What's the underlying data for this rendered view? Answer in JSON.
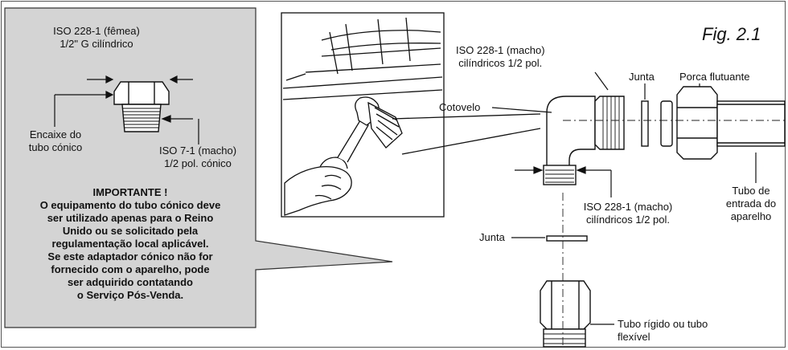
{
  "figure_label": "Fig. 2.1",
  "left_panel": {
    "iso_female_line1": "ISO 228-1 (fêmea)",
    "iso_female_line2": "1/2\" G cilíndrico",
    "tapered_socket_line1": "Encaixe do",
    "tapered_socket_line2": "tubo cónico",
    "iso_7_line1": "ISO 7-1 (macho)",
    "iso_7_line2": "1/2 pol. cónico",
    "important_title": "IMPORTANTE !",
    "important_lines": [
      "O equipamento do tubo cónico deve",
      "ser utilizado apenas para o Reino",
      "Unido ou se solicitado pela",
      "regulamentação local aplicável.",
      "Se este adaptador cónico não for",
      "fornecido com o aparelho, pode",
      "ser adquirido contatando",
      "o Serviço Pós-Venda."
    ]
  },
  "right_panel": {
    "iso_male_top_line1": "ISO 228-1 (macho)",
    "iso_male_top_line2": "cilíndricos 1/2 pol.",
    "gasket_top": "Junta",
    "floating_nut": "Porca flutuante",
    "elbow": "Cotovelo",
    "inlet_pipe_line1": "Tubo de",
    "inlet_pipe_line2": "entrada do",
    "inlet_pipe_line3": "aparelho",
    "iso_male_bottom_line1": "ISO 228-1 (macho)",
    "iso_male_bottom_line2": "cilíndricos 1/2 pol.",
    "gasket_bottom": "Junta",
    "rigid_pipe_line1": "Tubo rígido ou tubo",
    "rigid_pipe_line2": "flexível"
  },
  "colors": {
    "panel_gray": "#d4d4d4",
    "line": "#111111",
    "frame": "#555555"
  }
}
